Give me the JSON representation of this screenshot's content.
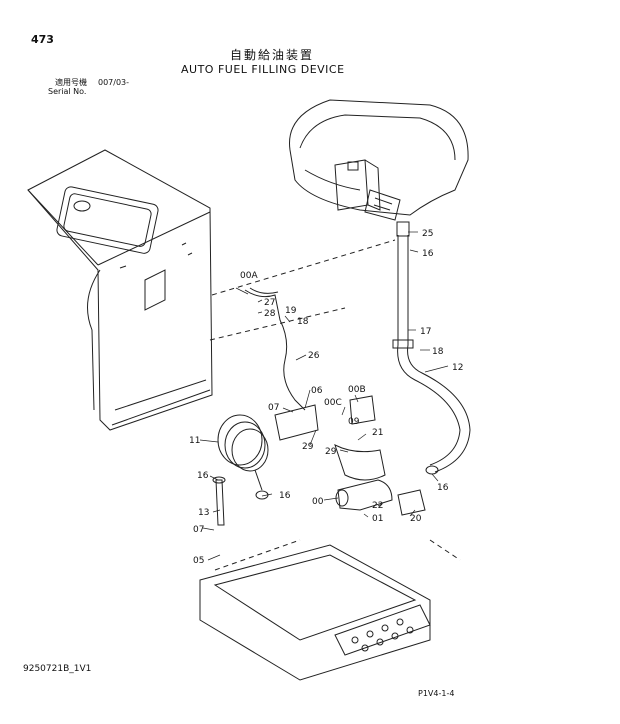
{
  "header": {
    "page_number": "473",
    "title_jp": "自動給油装置",
    "title_en": "AUTO FUEL FILLING DEVICE",
    "serial_label_jp": "適用号機",
    "serial_value": "007/03-",
    "serial_label_en": "Serial No."
  },
  "callouts": {
    "c25": "25",
    "c16a": "16",
    "c00A": "00A",
    "c27": "27",
    "c28": "28",
    "c19": "19",
    "c18a": "18",
    "c17": "17",
    "c18b": "18",
    "c26": "26",
    "c12": "12",
    "c06": "06",
    "c00B": "00B",
    "c07a": "07",
    "c00C": "00C",
    "c09": "09",
    "c21": "21",
    "c11": "11",
    "c29a": "29",
    "c29b": "29",
    "c16b": "16",
    "c16c": "16",
    "c16d": "16",
    "c22": "22",
    "c00": "00",
    "c13": "13",
    "c01": "01",
    "c20": "20",
    "c07b": "07",
    "c05": "05"
  },
  "footer": {
    "doc_code": "9250721B_1V1",
    "figure_code": "P1V4-1-4"
  }
}
